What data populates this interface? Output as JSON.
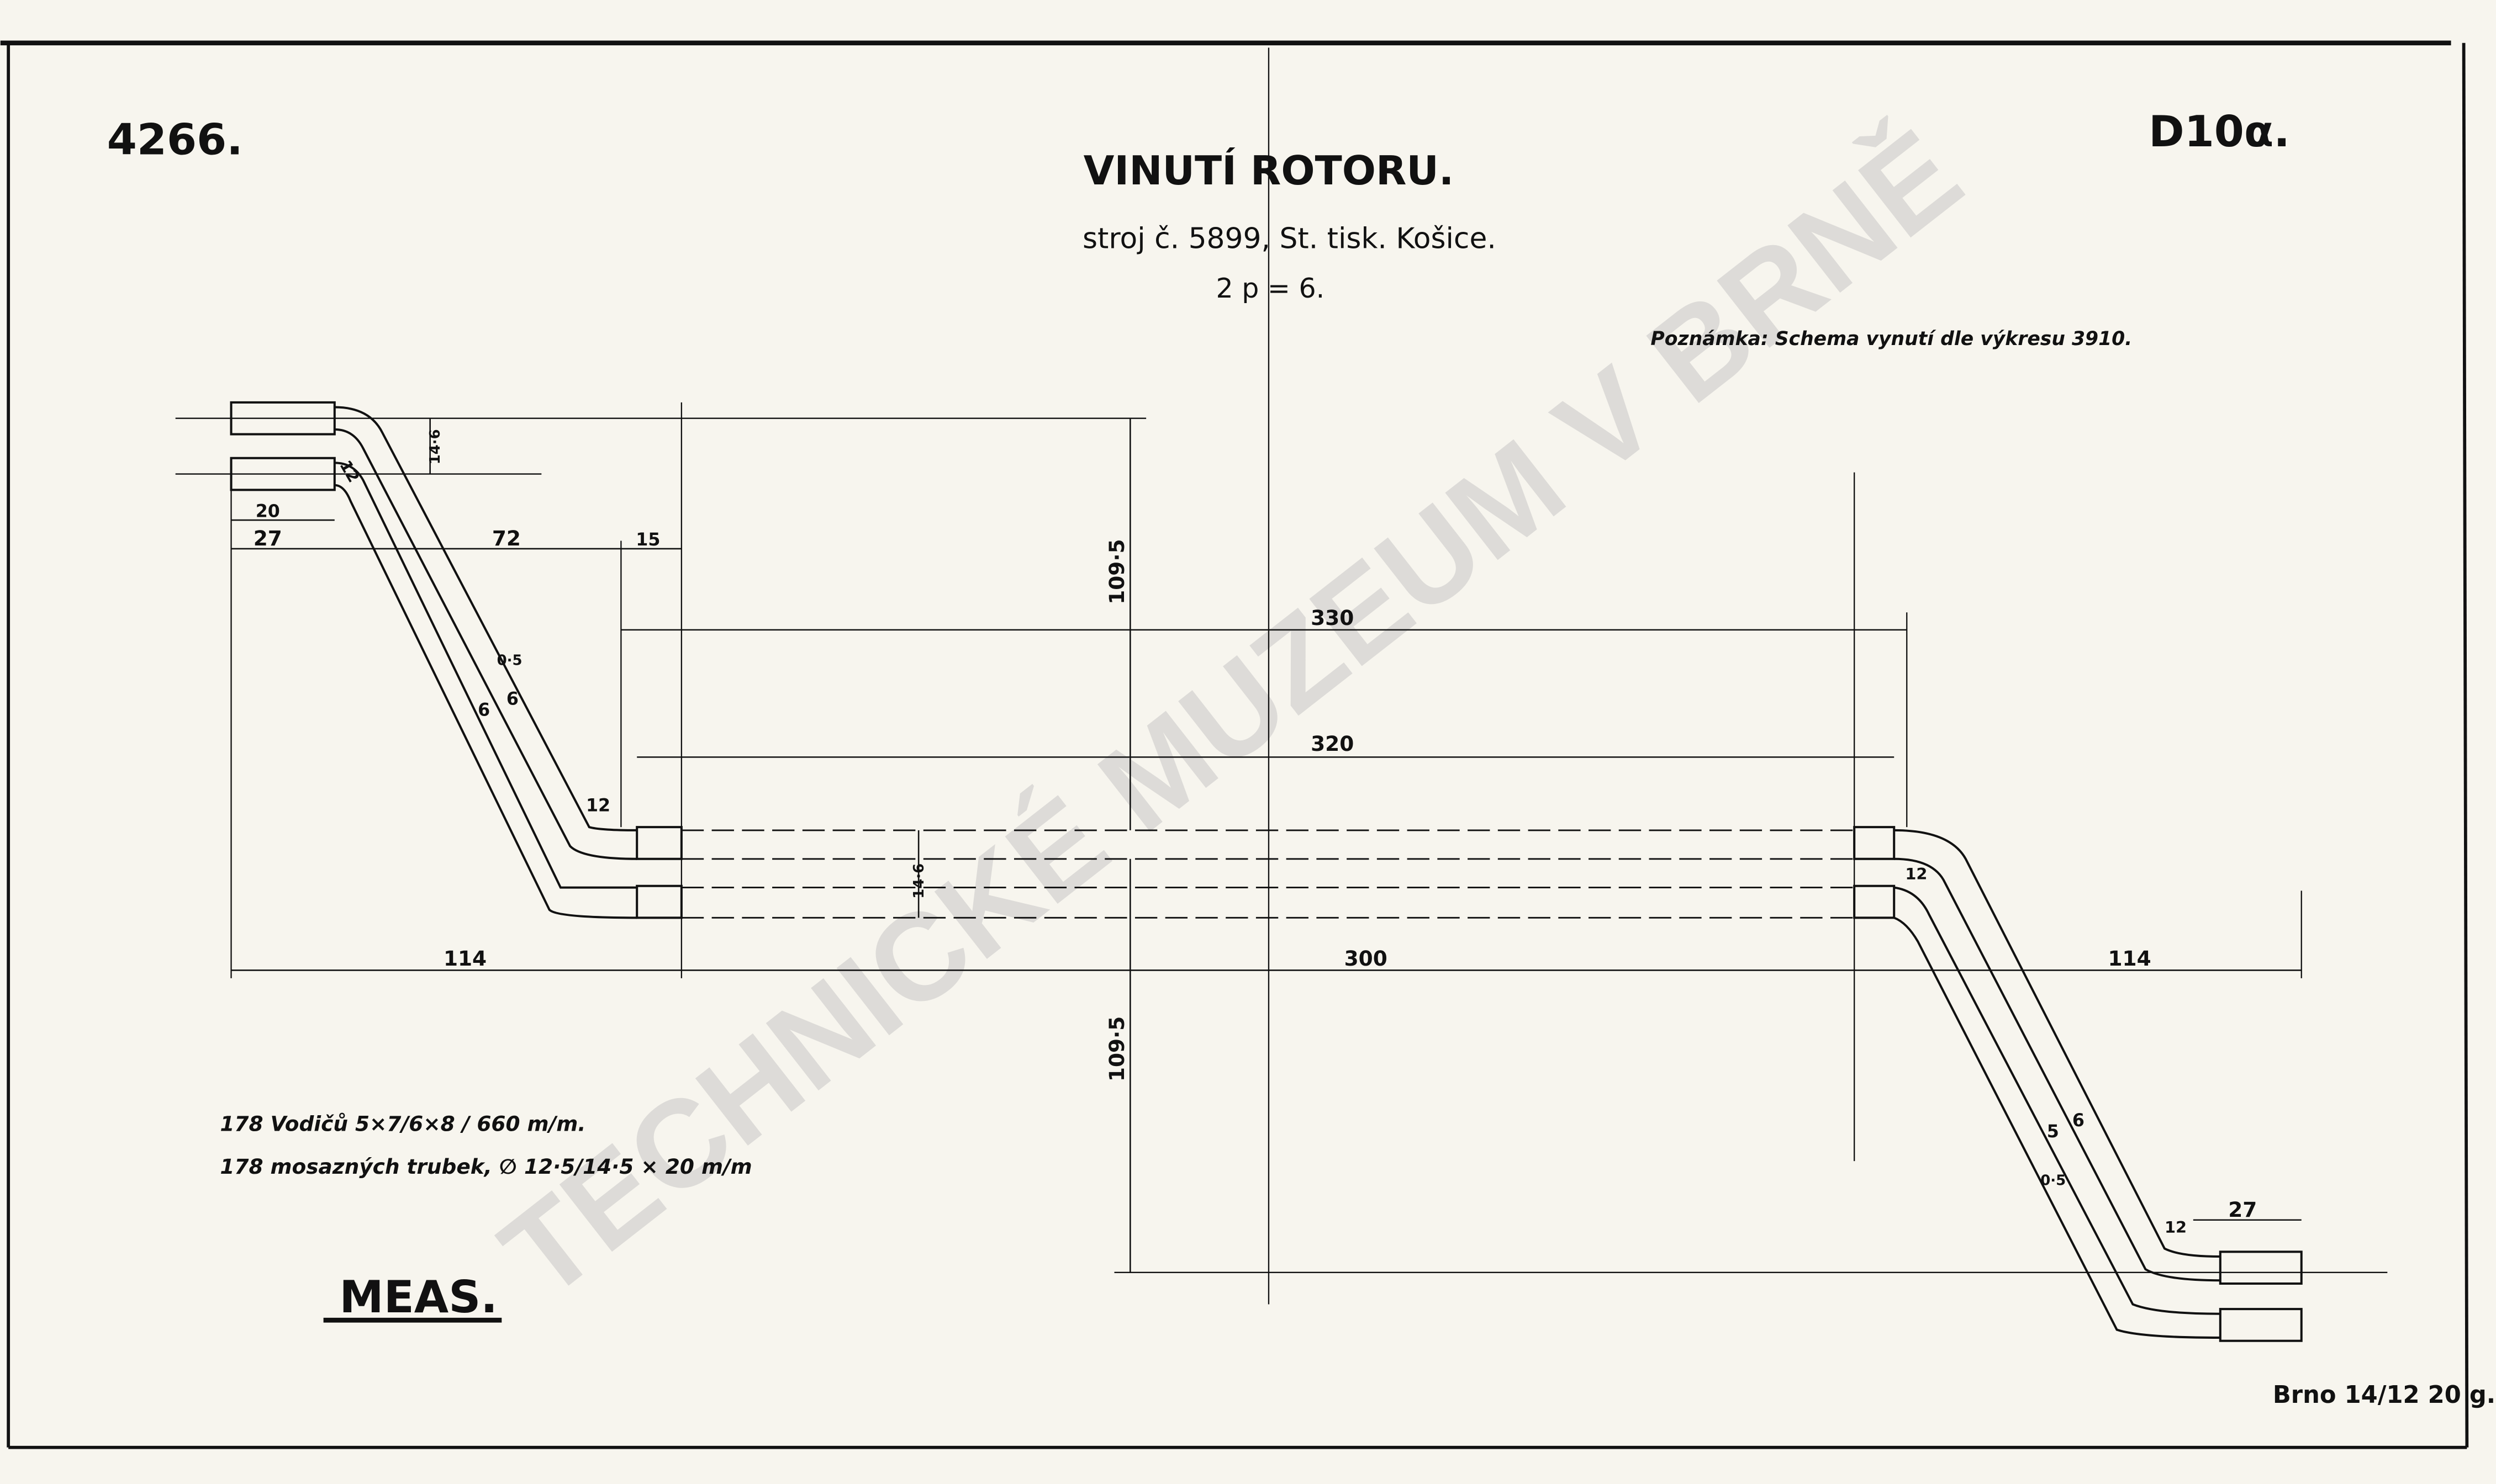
{
  "drawing": {
    "number": "4266.",
    "code": "D10α.",
    "title": "VINUTÍ ROTORU.",
    "subtitle": "stroj č. 5899, St. tisk. Košice.",
    "poles": "2 p = 6.",
    "note": "Poznámka: Schema vynutí dle výkresu 3910.",
    "materials": [
      "178 Vodičů 5×7/6×8 / 660 m/m.",
      "178 mosazných trubek, ∅ 12·5/14·5 × 20 m/m"
    ],
    "signature": "MEAS.",
    "place_date": "Brno 14/12 20 g.",
    "watermark": "TECHNICKÉ MUZEUM V BRNĚ"
  },
  "dimensions": {
    "left_total": "114",
    "middle": "300",
    "right_total": "114",
    "outer_span": "330",
    "inner_span": "320",
    "height_upper": "109·5",
    "height_lower": "109·5",
    "end_length": "27",
    "tube_length": "20",
    "bend_run": "72",
    "offset": "15",
    "pitch": "14·6",
    "pitch_mid": "14·6",
    "radius": "12",
    "width_a": "6",
    "width_b": "6",
    "insulation": "0·5",
    "right_end_length": "27",
    "right_radius": "12",
    "right_radius_low": "12",
    "right_width_a": "5",
    "right_width_b": "6",
    "right_insulation": "0·5",
    "left_radius_top": "12"
  }
}
